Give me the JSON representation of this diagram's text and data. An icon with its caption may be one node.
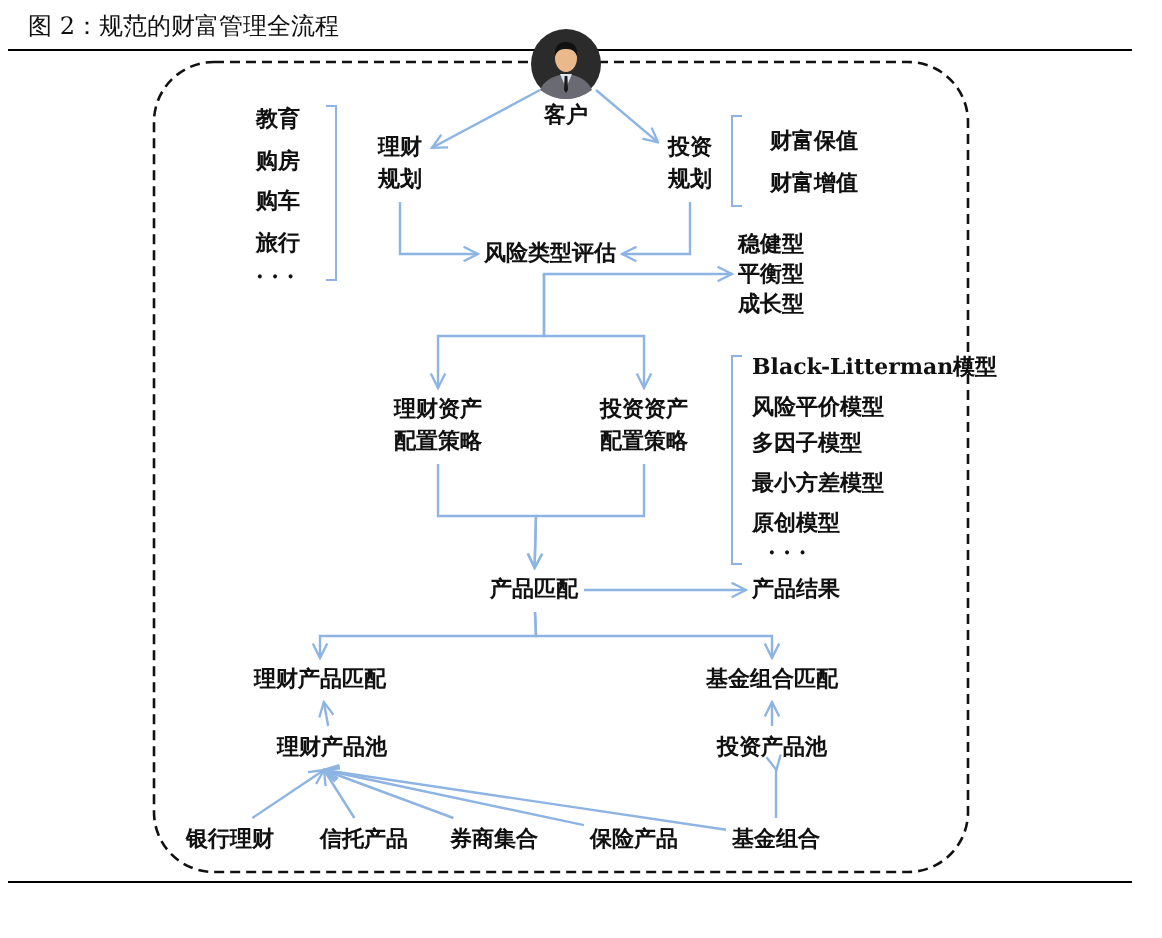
{
  "diagram": {
    "title": "图 2：规范的财富管理全流程",
    "nodes": [
      {
        "text": [
          "客户"
        ]
      },
      {
        "text": [
          "理财规划"
        ]
      },
      {
        "text": [
          "投资规划"
        ]
      },
      {
        "text": [
          "风险类型评估"
        ]
      },
      {
        "text": [
          "稳健型",
          "平衡型",
          "成长型"
        ]
      },
      {
        "text": [
          "理财资产配置策略"
        ]
      },
      {
        "text": [
          "投资资产配置策略"
        ]
      },
      {
        "text": [
          "产品匹配"
        ]
      },
      {
        "text": [
          "产品结果"
        ]
      },
      {
        "text": [
          "理财产品匹配"
        ]
      },
      {
        "text": [
          "基金组合匹配"
        ]
      },
      {
        "text": [
          "理财产品池"
        ]
      },
      {
        "text": [
          "投资产品池"
        ]
      },
      {
        "text": [
          "银行理财"
        ]
      },
      {
        "text": [
          "信托产品"
        ]
      },
      {
        "text": [
          "券商集合"
        ]
      },
      {
        "text": [
          "保险产品"
        ]
      },
      {
        "text": [
          "基金组合"
        ]
      }
    ],
    "edges": [
      {
        "from": 0,
        "to": 1,
        "arrow": "to"
      },
      {
        "from": 0,
        "to": 2,
        "arrow": "to"
      },
      {
        "from": 1,
        "to": 3,
        "arrow": "to"
      },
      {
        "from": 2,
        "to": 3,
        "arrow": "to"
      },
      {
        "from": 3,
        "to": 4,
        "arrow": "to"
      },
      {
        "from": 3,
        "to": 5,
        "arrow": "to"
      },
      {
        "from": 3,
        "to": 6,
        "arrow": "to"
      },
      {
        "from": 5,
        "to": 7,
        "arrow": "to"
      },
      {
        "from": 6,
        "to": 7,
        "arrow": "to"
      },
      {
        "from": 7,
        "to": 8,
        "arrow": "to"
      },
      {
        "from": 7,
        "to": 9,
        "arrow": "to"
      },
      {
        "from": 7,
        "to": 10,
        "arrow": "to"
      },
      {
        "from": 11,
        "to": 9,
        "arrow": "to"
      },
      {
        "from": 12,
        "to": 10,
        "arrow": "to"
      },
      {
        "from": 13,
        "to": 11,
        "arrow": "to"
      },
      {
        "from": 14,
        "to": 11,
        "arrow": "to"
      },
      {
        "from": 15,
        "to": 11,
        "arrow": "to"
      },
      {
        "from": 16,
        "to": 11,
        "arrow": "to"
      },
      {
        "from": 17,
        "to": 11,
        "arrow": "to"
      },
      {
        "from": 17,
        "to": 12,
        "arrow": "to"
      }
    ],
    "labels": [
      "教育",
      "购房",
      "购车",
      "旅行",
      "· · ·",
      "财富保值",
      "财富增值",
      "Black-Litterman模型",
      "风险平价模型",
      "多因子模型",
      "最小方差模型",
      "原创模型",
      "· · ·"
    ]
  }
}
